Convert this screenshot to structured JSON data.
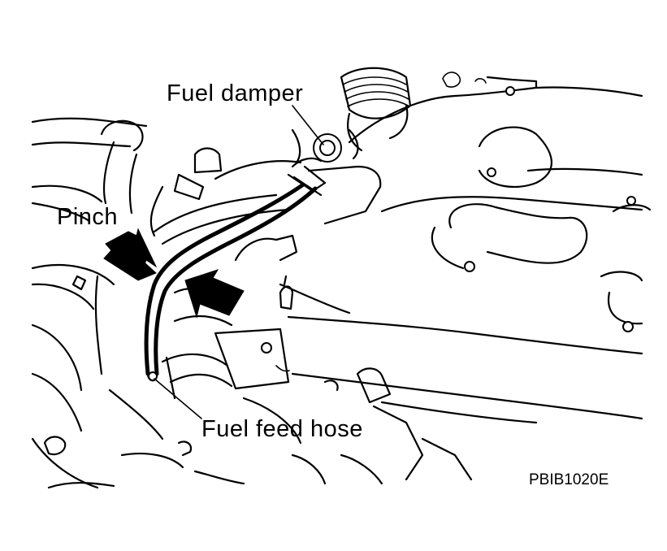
{
  "labels": {
    "fuel_damper": "Fuel damper",
    "pinch": "Pinch",
    "fuel_feed_hose": "Fuel feed hose",
    "figure_code": "PBIB1020E"
  },
  "colors": {
    "ink": "#000000",
    "paper": "#ffffff"
  }
}
